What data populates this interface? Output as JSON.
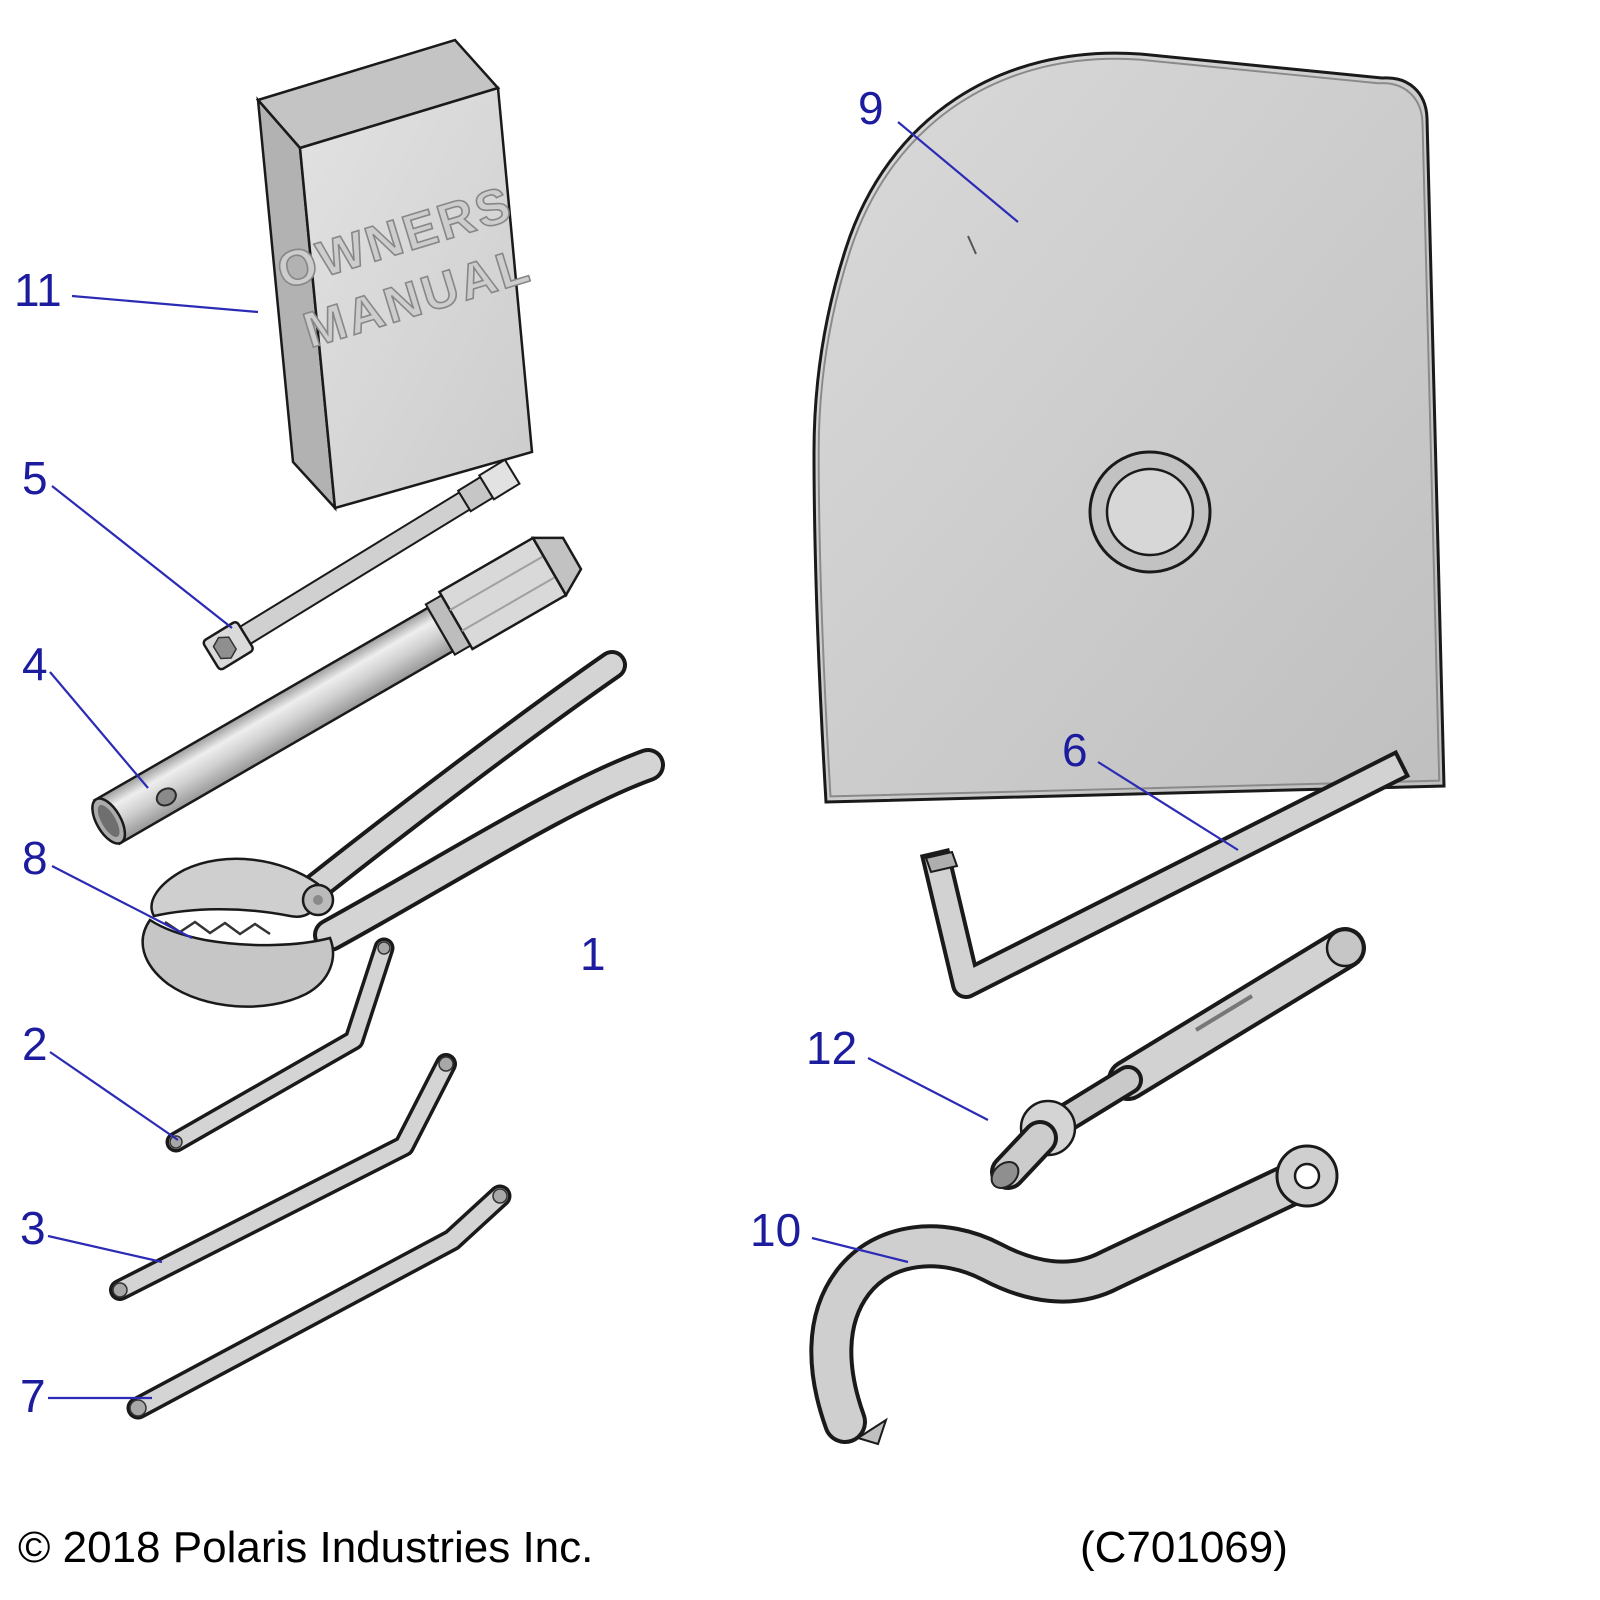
{
  "diagram": {
    "type": "exploded-parts-diagram",
    "subject": "tool kit and owners manual",
    "manual": {
      "line1": "OWNERS",
      "line2": "MANUAL"
    },
    "callouts": [
      {
        "label": "11",
        "points_to": "owners-manual"
      },
      {
        "label": "5",
        "points_to": "socket-extension"
      },
      {
        "label": "4",
        "points_to": "spark-plug-tube-wrench"
      },
      {
        "label": "8",
        "points_to": "pliers"
      },
      {
        "label": "2",
        "points_to": "torx-l-wrench-small"
      },
      {
        "label": "3",
        "points_to": "torx-l-wrench-medium"
      },
      {
        "label": "7",
        "points_to": "torx-l-wrench-large"
      },
      {
        "label": "1",
        "points_to": "tool-kit-assembly"
      },
      {
        "label": "9",
        "points_to": "cover-panel"
      },
      {
        "label": "6",
        "points_to": "hex-l-wrench"
      },
      {
        "label": "12",
        "points_to": "spark-plug-driver"
      },
      {
        "label": "10",
        "points_to": "spanner-wrench"
      }
    ],
    "footer": {
      "copyright": "© 2018 Polaris Industries Inc.",
      "part_code": "(C701069)"
    },
    "colors": {
      "callout": "#1c1c9e",
      "leader": "#2b2bb5",
      "outline": "#1a1a1a",
      "tool-fill": "#d4d4d4",
      "background": "#ffffff"
    }
  }
}
